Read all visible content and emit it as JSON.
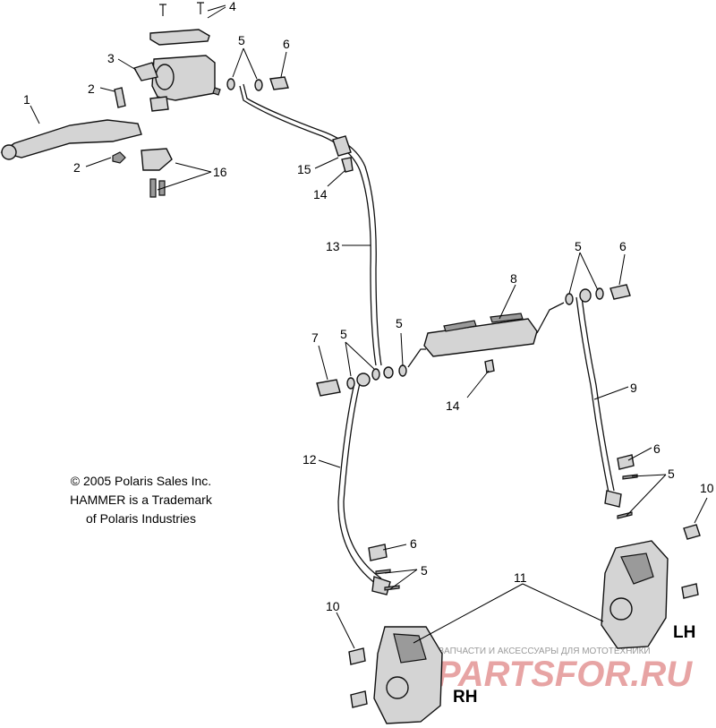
{
  "callouts": [
    {
      "id": "c1",
      "text": "1"
    },
    {
      "id": "c2a",
      "text": "2"
    },
    {
      "id": "c2b",
      "text": "2"
    },
    {
      "id": "c3",
      "text": "3"
    },
    {
      "id": "c4",
      "text": "4"
    },
    {
      "id": "c5a",
      "text": "5"
    },
    {
      "id": "c6a",
      "text": "6"
    },
    {
      "id": "c16",
      "text": "16"
    },
    {
      "id": "c15",
      "text": "15"
    },
    {
      "id": "c14a",
      "text": "14"
    },
    {
      "id": "c13",
      "text": "13"
    },
    {
      "id": "c5b",
      "text": "5"
    },
    {
      "id": "c6b",
      "text": "6"
    },
    {
      "id": "c8",
      "text": "8"
    },
    {
      "id": "c5c",
      "text": "5"
    },
    {
      "id": "c7",
      "text": "7"
    },
    {
      "id": "c5d",
      "text": "5"
    },
    {
      "id": "c14b",
      "text": "14"
    },
    {
      "id": "c9",
      "text": "9"
    },
    {
      "id": "c6c",
      "text": "6"
    },
    {
      "id": "c5e",
      "text": "5"
    },
    {
      "id": "c12",
      "text": "12"
    },
    {
      "id": "c10a",
      "text": "10"
    },
    {
      "id": "c6d",
      "text": "6"
    },
    {
      "id": "c5f",
      "text": "5"
    },
    {
      "id": "c11",
      "text": "11"
    },
    {
      "id": "c10b",
      "text": "10"
    }
  ],
  "side_labels": {
    "lh": "LH",
    "rh": "RH"
  },
  "copyright": {
    "line1": "© 2005 Polaris Sales Inc.",
    "line2": "HAMMER is a Trademark",
    "line3": "of Polaris Industries"
  },
  "watermark": {
    "subtitle": "ЗАПЧАСТИ И АКСЕССУАРЫ ДЛЯ МОТОТЕХНИКИ",
    "brand": "PARTSFOR.RU"
  },
  "colors": {
    "line": "#111111",
    "part_fill": "#d4d4d4",
    "watermark": "#e7a4a4"
  }
}
